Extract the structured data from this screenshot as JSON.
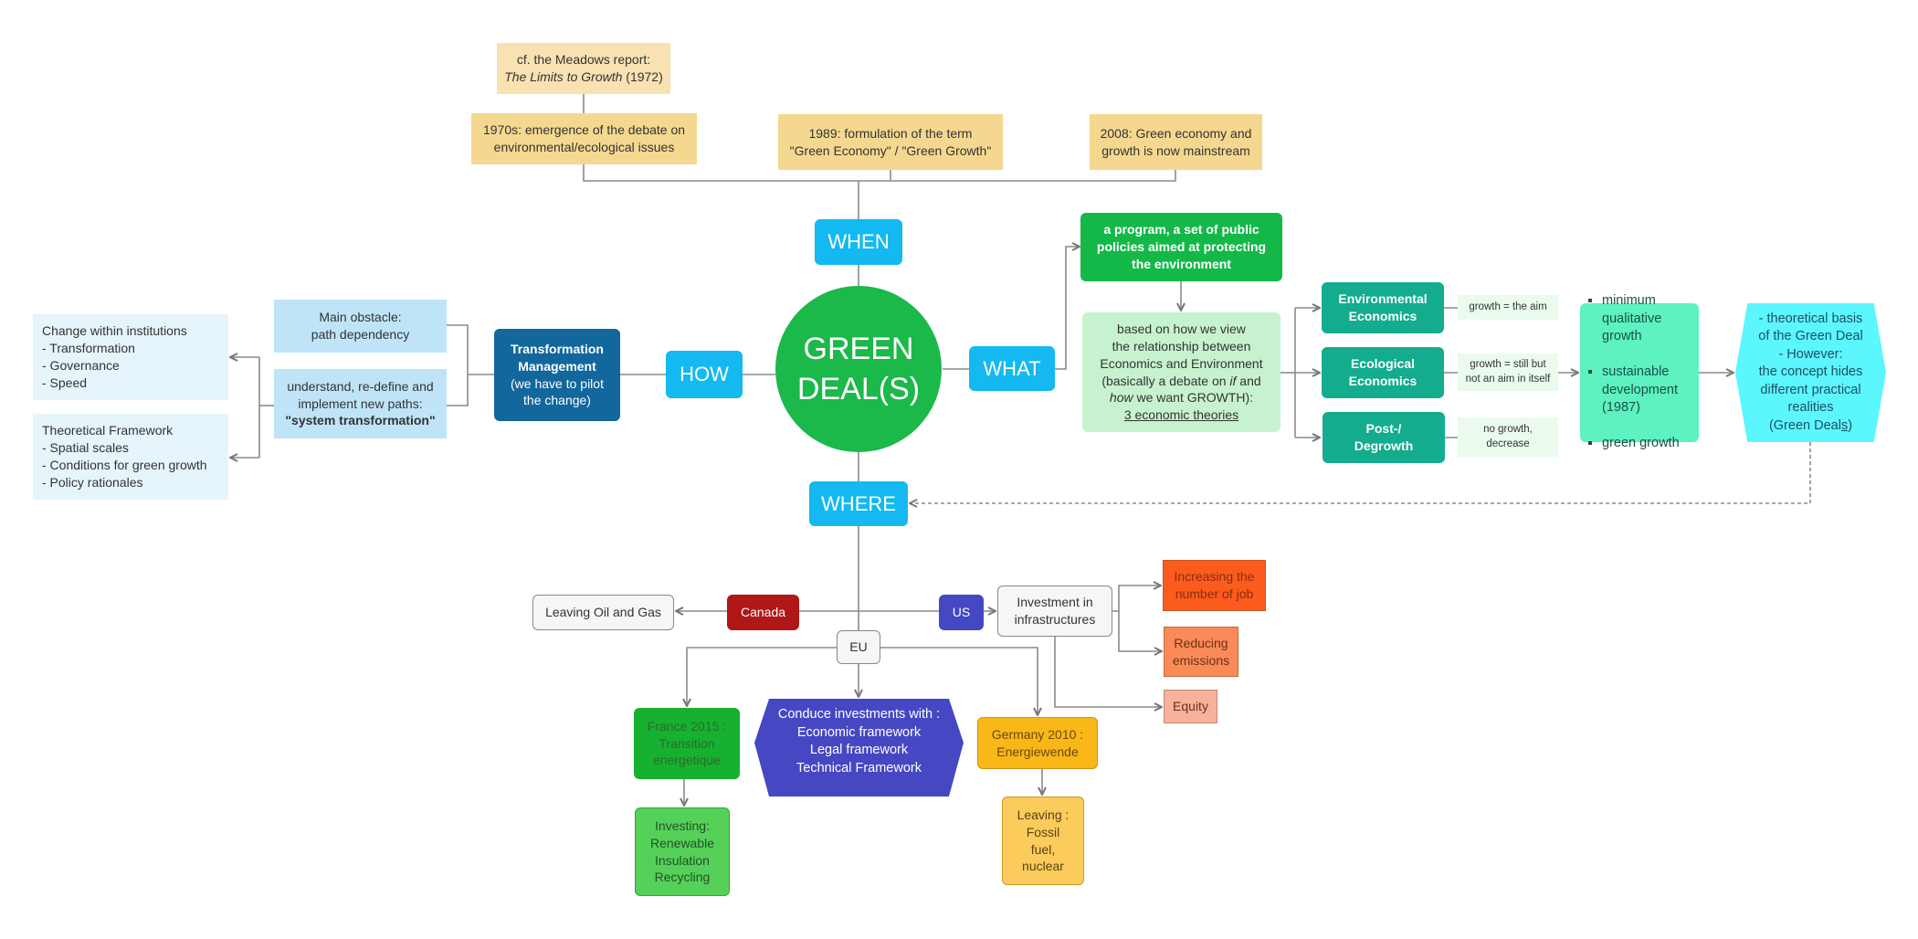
{
  "center": {
    "line1": "GREEN",
    "line2": "DEAL(S)"
  },
  "branches": {
    "when": "WHEN",
    "how": "HOW",
    "what": "WHAT",
    "where": "WHERE"
  },
  "when": {
    "meadows": {
      "line1": "cf. the Meadows report:",
      "title_italic": "The Limits to Growth",
      "year": " (1972)"
    },
    "seventies": "1970s:  emergence of the debate on\nenvironmental/ecological issues",
    "nineteen89": "1989: formulation of the term\n\"Green Economy\" / \"Green Growth\"",
    "two008": "2008: Green economy and\ngrowth is now mainstream"
  },
  "how": {
    "transformation_title": "Transformation\nManagement",
    "transformation_sub": "(we have to pilot\nthe change)",
    "obstacle": "Main obstacle:\npath dependency",
    "understand": "understand, re-define and\nimplement new paths:",
    "understand_bold": "\"system transformation\"",
    "institutions": "Change within institutions\n- Transformation\n- Governance\n- Speed",
    "framework": "Theoretical Framework\n- Spatial scales\n- Conditions for green growth\n- Policy rationales"
  },
  "what": {
    "program": "a program, a set of public\npolicies aimed at protecting\nthe environment",
    "based_1": "based on how we view\nthe relationship between\nEconomics and Environment\n(basically a debate on ",
    "based_if": "if",
    "based_2": " and",
    "based_how": "how",
    "based_3": " we want GROWTH):",
    "based_link": "3 economic theories",
    "theories": [
      {
        "name": "Environmental\nEconomics",
        "note": "growth = the aim"
      },
      {
        "name": "Ecological\nEconomics",
        "note": "growth = still but\nnot an aim in itself"
      },
      {
        "name": "Post-/\nDegrowth",
        "note": "no growth,\ndecrease"
      }
    ],
    "mint_items": [
      "minimum\nqualitative\ngrowth",
      "sustainable\ndevelopment\n(1987)",
      "green growth"
    ],
    "basis": "- theoretical basis\nof the Green Deal\n- However:\nthe concept hides\ndifferent practical\nrealities\n(Green Deal",
    "basis_s": "s",
    "basis_end": ")"
  },
  "where": {
    "canada": "Canada",
    "leaving_oil": "Leaving Oil and Gas",
    "us": "US",
    "investment": "Investment in\ninfrastructures",
    "us_goals": [
      "Increasing the\nnumber of job",
      "Reducing\nemissions",
      "Equity"
    ],
    "eu": "EU",
    "eu_center": "Conduce investments with :\nEconomic framework\nLegal framework\nTechnical Framework",
    "france": "France 2015 :\nTransition\nenergetique",
    "france_invest": "Investing:\nRenewable\nInsulation\nRecycling",
    "germany": "Germany 2010 :\nEnergiewende",
    "germany_leave": "Leaving :\nFossil\nfuel,\nnuclear"
  }
}
